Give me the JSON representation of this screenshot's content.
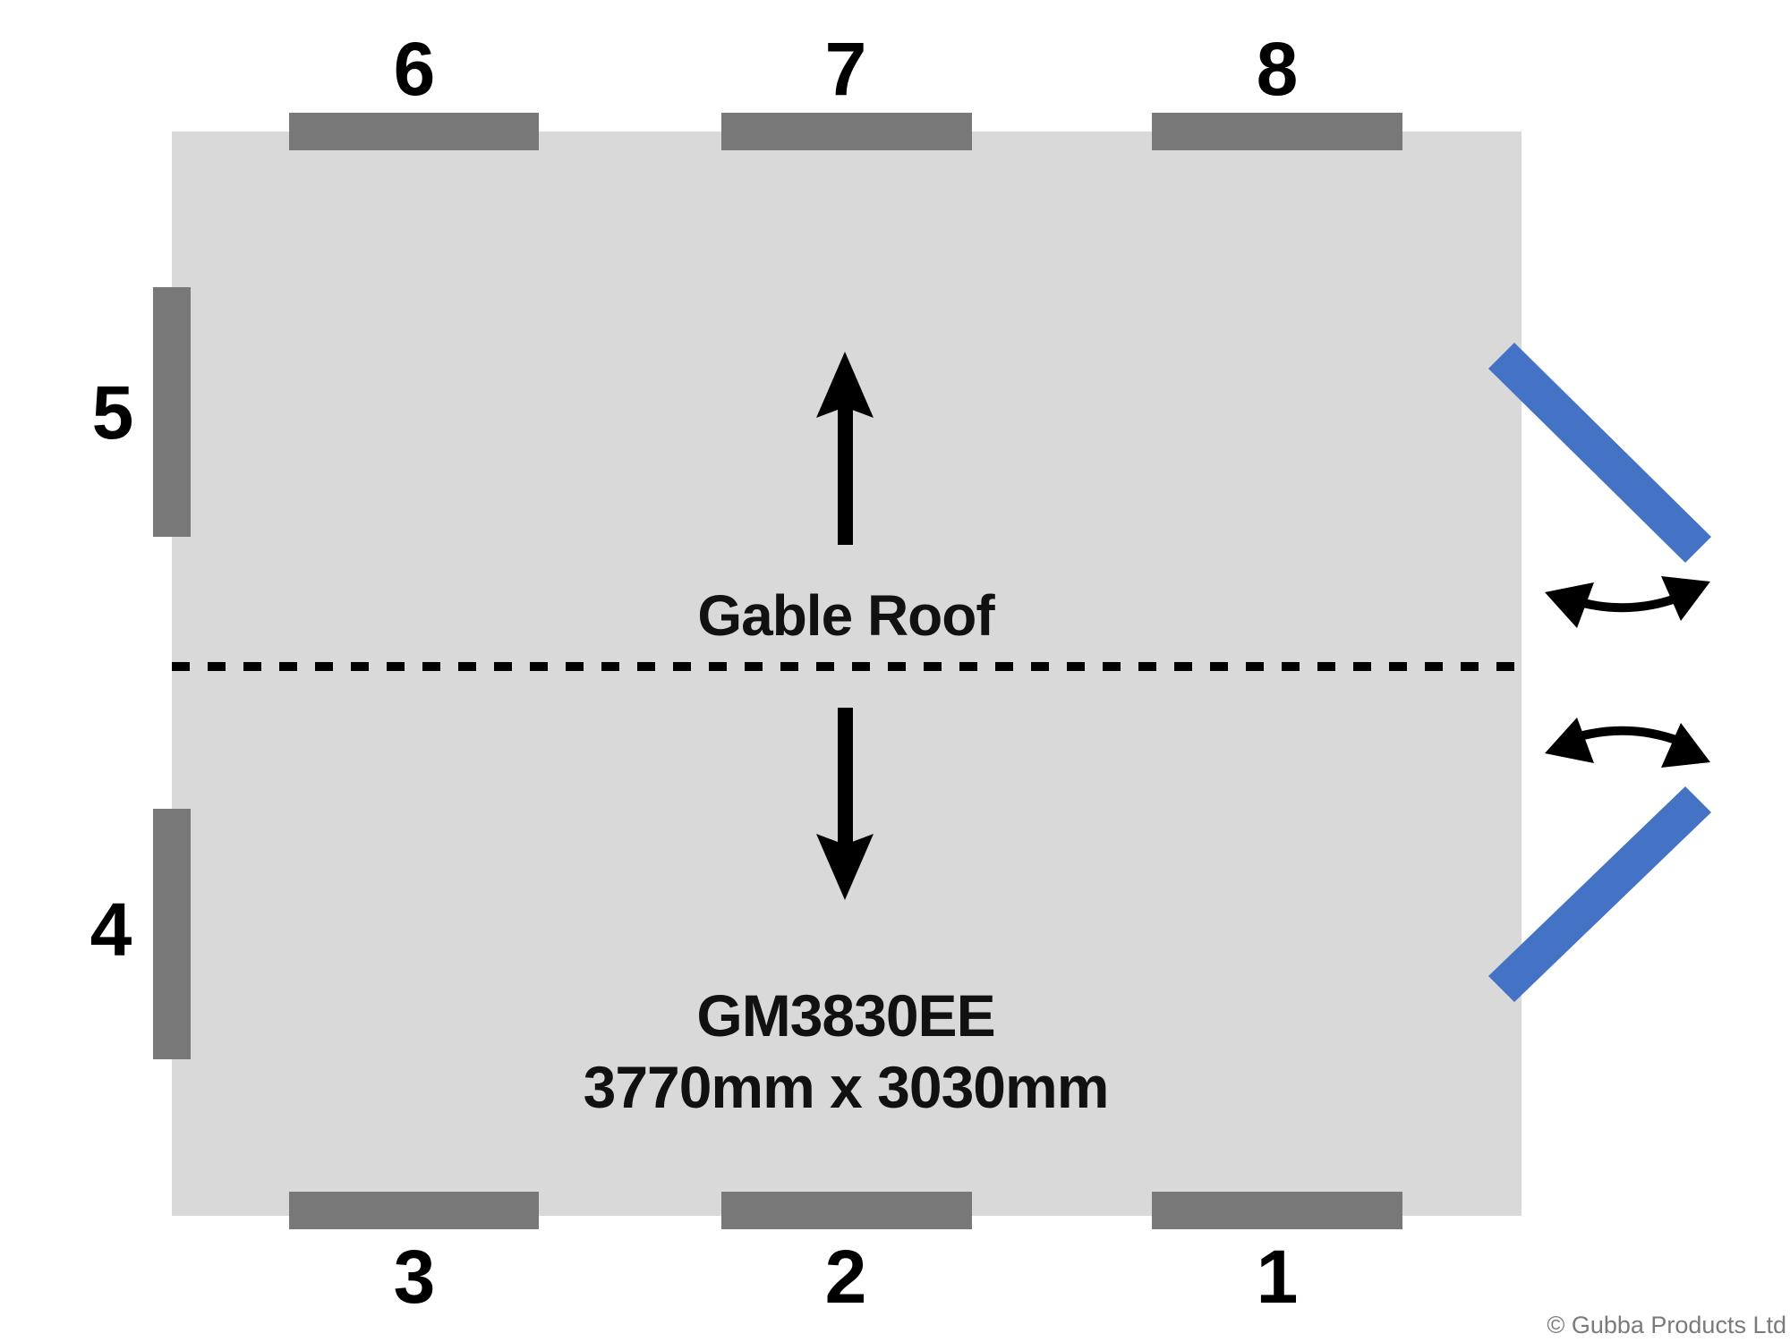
{
  "diagram": {
    "type": "floor-plan",
    "roof_label": "Gable Roof",
    "model_code": "GM3830EE",
    "dimensions": "3770mm x 3030mm",
    "copyright": "© Gubba Products Ltd",
    "colors": {
      "floor": "#d9d9d9",
      "window": "#787878",
      "door": "#4472c4",
      "arrow": "#000000",
      "ridge_line": "#000000"
    },
    "windows": [
      {
        "id": "1",
        "label": "1",
        "wall": "front"
      },
      {
        "id": "2",
        "label": "2",
        "wall": "front"
      },
      {
        "id": "3",
        "label": "3",
        "wall": "front"
      },
      {
        "id": "4",
        "label": "4",
        "wall": "left"
      },
      {
        "id": "5",
        "label": "5",
        "wall": "left"
      },
      {
        "id": "6",
        "label": "6",
        "wall": "back"
      },
      {
        "id": "7",
        "label": "7",
        "wall": "back"
      },
      {
        "id": "8",
        "label": "8",
        "wall": "back"
      }
    ],
    "doors": [
      {
        "id": "door-upper",
        "type": "double-door-leaf",
        "wall": "right",
        "swing": "outward"
      },
      {
        "id": "door-lower",
        "type": "double-door-leaf",
        "wall": "right",
        "swing": "outward"
      }
    ],
    "roof_slope_arrows": [
      "up",
      "down"
    ]
  }
}
